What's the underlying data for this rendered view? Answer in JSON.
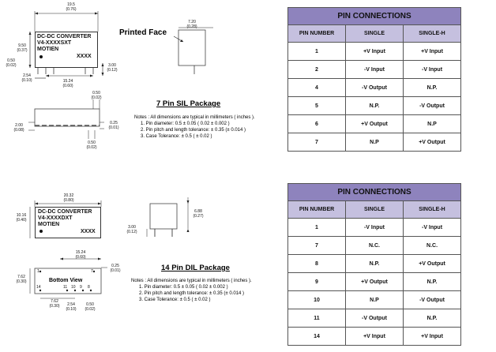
{
  "sil": {
    "top_view": {
      "overall_width": "19.5",
      "overall_width_in": "(0.76)",
      "height": "9.50",
      "height_in": "(0.37)",
      "text_line1": "DC-DC CONVERTER",
      "text_line2": "V4-XXXXSXT",
      "text_line3": "MOTIEN",
      "code": "XXXX",
      "pin_offset": "0.50",
      "pin_offset_in": "(0.02)",
      "pitch": "2.54",
      "pitch_in": "(0.10)",
      "pin_span": "15.24",
      "pin_span_in": "(0.60)",
      "pin_length": "3.00",
      "pin_length_in": "(0.12)"
    },
    "printed_face_label": "Printed Face",
    "side_view": {
      "thickness": "7.20",
      "thickness_in": "(0.28)"
    },
    "front_view": {
      "top_dim": "0.50",
      "top_dim_in": "(0.02)",
      "left_dim": "2.00",
      "left_dim_in": "(0.08)",
      "right_dim": "0.25",
      "right_dim_in": "(0.01)",
      "bottom_dim": "0.50",
      "bottom_dim_in": "(0.02)"
    },
    "title": "7 Pin SIL Package",
    "notes": [
      "Notes : All dimensions are typical in millimeters ( inches ).",
      "1. Pin diameter: 0.5 ± 0.05 ( 0.02 ± 0.002 )",
      "2. Pin pitch and length tolerance: ± 0.35 (± 0.014 )",
      "3. Case Tolerance: ± 0.5 ( ± 0.02 )"
    ]
  },
  "dil": {
    "top_view": {
      "overall_width": "20.32",
      "overall_width_in": "(0.80)",
      "height": "10.16",
      "height_in": "(0.40)",
      "text_line1": "DC-DC CONVERTER",
      "text_line2": "V4-XXXXDXT",
      "text_line3": "MOTIEN",
      "code": "XXXX"
    },
    "side_view": {
      "height": "6.88",
      "height_in": "(0.27)",
      "pin_length": "3.00",
      "pin_length_in": "(0.12)"
    },
    "bottom_view": {
      "label": "Bottom View",
      "pin_span": "15.24",
      "pin_span_in": "(0.60)",
      "right_dim": "0.25",
      "right_dim_in": "(0.01)",
      "row_spacing": "7.62",
      "row_spacing_in": "(0.30)",
      "left_offset": "7.62",
      "left_offset_in": "(0.30)",
      "pitch": "2.54",
      "pitch_in": "(0.10)",
      "pin_dia": "0.50",
      "pin_dia_in": "(0.02)",
      "pin_nums_top": [
        "1",
        "7"
      ],
      "pin_nums_bottom": [
        "14",
        "11",
        "10",
        "9",
        "8"
      ]
    },
    "title": "14 Pin DIL Package",
    "notes": [
      "Notes : All dimensions are typical in millimeters ( inches ).",
      "1. Pin diameter: 0.5 ± 0.05 ( 0.02 ± 0.002 )",
      "2. Pin pitch and length tolerance: ± 0.35 (± 0.014 )",
      "3. Case Tolerance: ± 0.5 ( ± 0.02 )"
    ]
  },
  "table1": {
    "title": "PIN CONNECTIONS",
    "headers": [
      "PIN NUMBER",
      "SINGLE",
      "SINGLE-H"
    ],
    "rows": [
      [
        "1",
        "+V Input",
        "+V Input"
      ],
      [
        "2",
        "-V Input",
        "-V Input"
      ],
      [
        "4",
        "-V Output",
        "N.P."
      ],
      [
        "5",
        "N.P.",
        "-V Output"
      ],
      [
        "6",
        "+V Output",
        "N.P"
      ],
      [
        "7",
        "N.P",
        "+V Output"
      ]
    ]
  },
  "table2": {
    "title": "PIN CONNECTIONS",
    "headers": [
      "PIN NUMBER",
      "SINGLE",
      "SINGLE-H"
    ],
    "rows": [
      [
        "1",
        "-V Input",
        "-V Input"
      ],
      [
        "7",
        "N.C.",
        "N.C."
      ],
      [
        "8",
        "N.P.",
        "+V Output"
      ],
      [
        "9",
        "+V Output",
        "N.P."
      ],
      [
        "10",
        "N.P",
        "-V Output"
      ],
      [
        "11",
        "-V Output",
        "N.P."
      ],
      [
        "14",
        "+V Input",
        "+V Input"
      ]
    ]
  },
  "colors": {
    "table_title_bg": "#8e83bd",
    "table_header_bg": "#c5c0df"
  }
}
